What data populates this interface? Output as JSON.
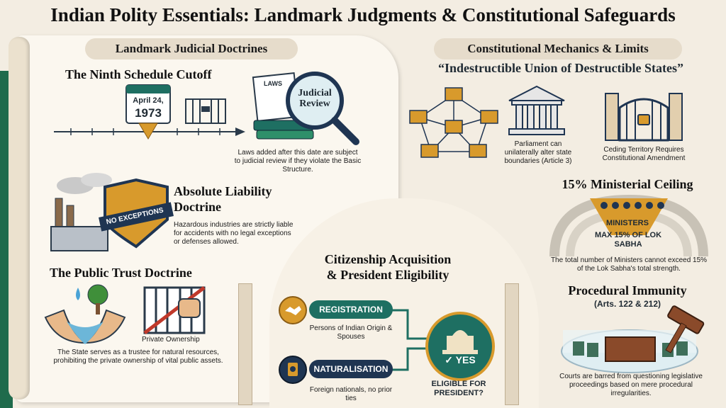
{
  "title": "Indian Polity Essentials: Landmark Judgments & Constitutional Safeguards",
  "left_header": "Landmark Judicial Doctrines",
  "right_header": "Constitutional Mechanics & Limits",
  "ninth": {
    "heading": "The Ninth Schedule Cutoff",
    "date_day": "April 24,",
    "date_year": "1973",
    "laws_tag": "LAWS",
    "judicial_review": "Judicial Review",
    "desc": "Laws added after this date are subject to judicial review if they violate the Basic Structure."
  },
  "liability": {
    "heading_line1": "Absolute Liability",
    "heading_line2": "Doctrine",
    "badge": "NO EXCEPTIONS",
    "desc": "Hazardous industries are strictly liable for accidents with no legal exceptions or defenses allowed."
  },
  "public_trust": {
    "heading": "The Public Trust Doctrine",
    "private_label": "Private Ownership",
    "desc": "The State serves as a trustee for natural resources, prohibiting the private ownership of vital public assets."
  },
  "citizenship": {
    "heading_line1": "Citizenship Acquisition",
    "heading_line2": "& President Eligibility",
    "registration": "REGISTRATION",
    "registration_desc": "Persons of Indian Origin & Spouses",
    "naturalisation": "NATURALISATION",
    "naturalisation_desc": "Foreign nationals, no prior ties",
    "yes": "YES",
    "eligible": "ELIGIBLE FOR PRESIDENT?"
  },
  "union": {
    "quote": "“Indestructible Union of Destructible States”",
    "parliament_desc": "Parliament can unilaterally alter state boundaries (Article 3)",
    "territory_desc": "Ceding Territory Requires Constitutional Amendment"
  },
  "ministerial": {
    "heading": "15% Ministerial Ceiling",
    "ministers": "MINISTERS",
    "max": "MAX 15% OF LOK SABHA",
    "desc": "The total number of Ministers cannot exceed 15% of the Lok Sabha's total strength."
  },
  "immunity": {
    "heading": "Procedural Immunity",
    "arts": "(Arts. 122 & 212)",
    "desc": "Courts are barred from questioning legislative proceedings based on mere procedural irregularities."
  },
  "colors": {
    "green": "#1e6f62",
    "gold": "#d89a2c",
    "navy": "#1f3552",
    "cream": "#f3ede2"
  }
}
